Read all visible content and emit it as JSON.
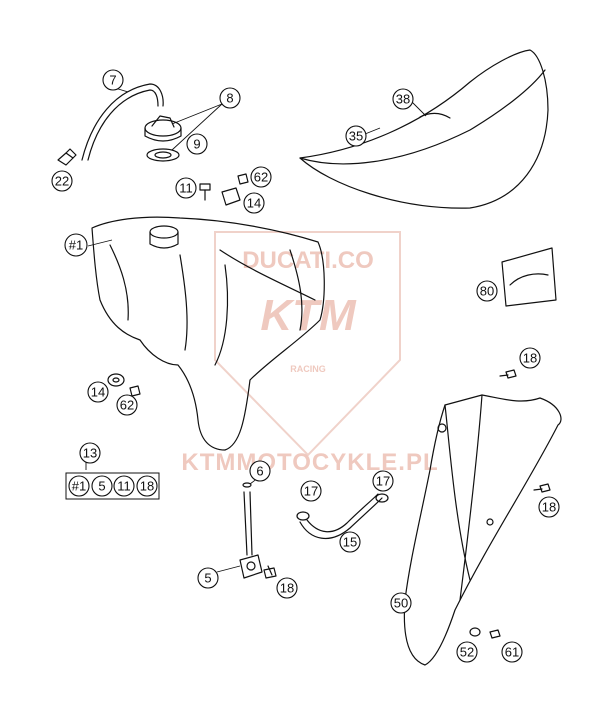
{
  "watermark": {
    "brand": "DUCATI.CO",
    "logo_text": "KTM",
    "small_text": "RACING",
    "site": "KTMMOTOCYKLE.PL",
    "color": "#e8c2b8"
  },
  "callouts": {
    "c7": "7",
    "c8": "8",
    "c9": "9",
    "c22": "22",
    "c38": "38",
    "c35": "35",
    "c11a": "11",
    "c62a": "62",
    "c14a": "14",
    "c1": "#1",
    "c80": "80",
    "c14b": "14",
    "c62b": "62",
    "c18a": "18",
    "c13": "13",
    "k1": "#1",
    "k5": "5",
    "k11": "11",
    "k18": "18",
    "c6": "6",
    "c17a": "17",
    "c17b": "17",
    "c18b": "18",
    "c15": "15",
    "c5": "5",
    "c18c": "18",
    "c50": "50",
    "c52": "52",
    "c61": "61"
  }
}
